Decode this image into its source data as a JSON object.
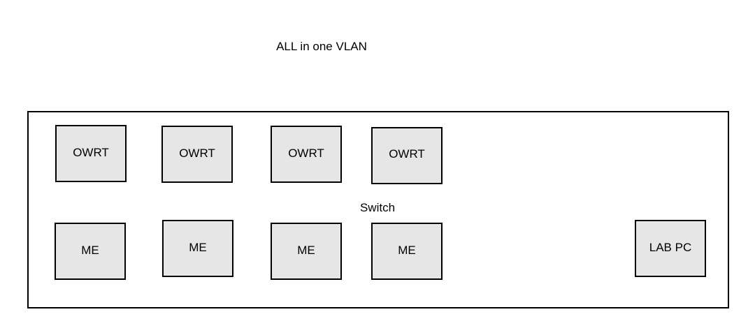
{
  "title": "ALL in one VLAN",
  "switch": {
    "label": "Switch"
  },
  "nodes": {
    "owrt": [
      "OWRT",
      "OWRT",
      "OWRT",
      "OWRT"
    ],
    "me": [
      "ME",
      "ME",
      "ME",
      "ME"
    ],
    "lab_pc": "LAB PC"
  },
  "colors": {
    "node_fill": "#e6e6e6",
    "stroke": "#000000",
    "background": "#ffffff"
  }
}
